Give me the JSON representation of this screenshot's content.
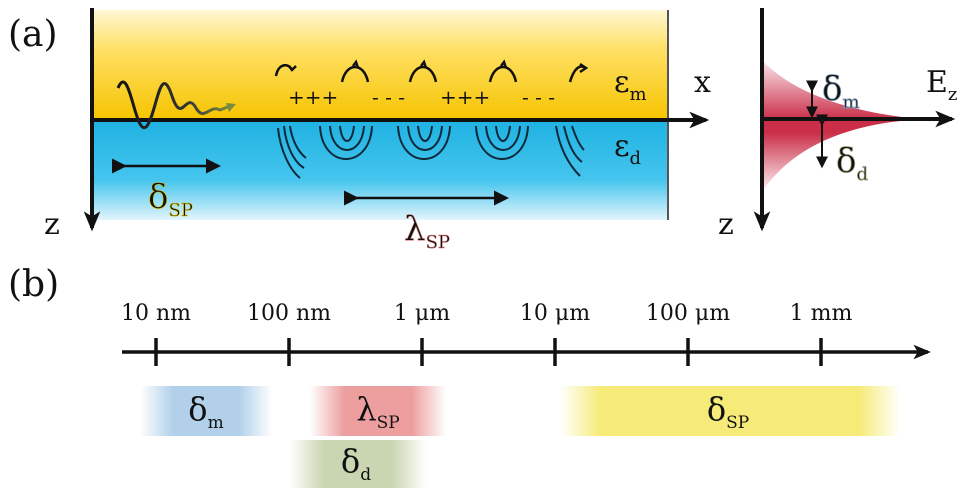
{
  "panel_a": {
    "label": "(a)",
    "eps_m": "ε",
    "eps_m_sub": "m",
    "eps_d": "ε",
    "eps_d_sub": "d",
    "x_axis": "x",
    "z_axis": "z",
    "charges": [
      "+++",
      "- - -",
      "+++",
      "- - -"
    ],
    "delta_sp": "δ",
    "delta_sp_sub": "SP",
    "lambda_sp": "λ",
    "lambda_sp_sub": "SP",
    "ez_axis": "E",
    "ez_sub": "z",
    "ez_z_axis": "z",
    "delta_m": "δ",
    "delta_m_sub": "m",
    "delta_d": "δ",
    "delta_d_sub": "d"
  },
  "panel_b": {
    "label": "(b)",
    "ticks": [
      "10 nm",
      "100 nm",
      "1 μm",
      "10 μm",
      "100 μm",
      "1 mm"
    ],
    "bands": [
      {
        "symbol": "δ",
        "sub": "m",
        "color": "#a9cbe8"
      },
      {
        "symbol": "λ",
        "sub": "SP",
        "color": "#ec9a9a"
      },
      {
        "symbol": "δ",
        "sub": "d",
        "color": "#c7d3ad"
      },
      {
        "symbol": "δ",
        "sub": "SP",
        "color": "#f5e96a"
      }
    ]
  },
  "colors": {
    "metal": "#f7c800",
    "dielectric": "#2ab5e0",
    "field": "#c8233f"
  }
}
